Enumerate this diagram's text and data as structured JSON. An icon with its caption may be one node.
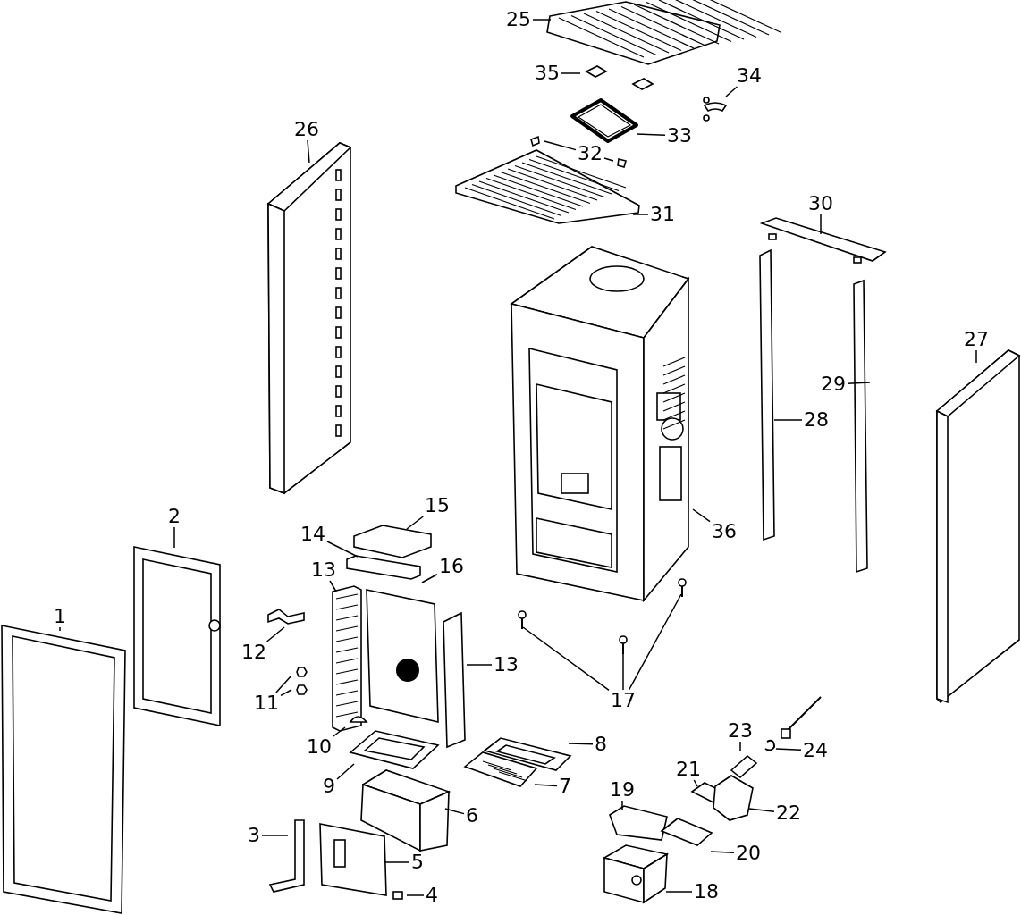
{
  "diagram": {
    "nodes": [
      {
        "text": [
          "1"
        ]
      },
      {
        "text": [
          "2"
        ]
      },
      {
        "text": [
          "3"
        ]
      },
      {
        "text": [
          "4"
        ]
      },
      {
        "text": [
          "5"
        ]
      },
      {
        "text": [
          "6"
        ]
      },
      {
        "text": [
          "7"
        ]
      },
      {
        "text": [
          "8"
        ]
      },
      {
        "text": [
          "9"
        ]
      },
      {
        "text": [
          "10"
        ]
      },
      {
        "text": [
          "11"
        ]
      },
      {
        "text": [
          "12"
        ]
      },
      {
        "text": [
          "13"
        ]
      },
      {
        "text": [
          "13"
        ]
      },
      {
        "text": [
          "14"
        ]
      },
      {
        "text": [
          "15"
        ]
      },
      {
        "text": [
          "16"
        ]
      },
      {
        "text": [
          "17"
        ]
      },
      {
        "text": [
          "18"
        ]
      },
      {
        "text": [
          "19"
        ]
      },
      {
        "text": [
          "20"
        ]
      },
      {
        "text": [
          "21"
        ]
      },
      {
        "text": [
          "22"
        ]
      },
      {
        "text": [
          "23"
        ]
      },
      {
        "text": [
          "24"
        ]
      },
      {
        "text": [
          "25"
        ]
      },
      {
        "text": [
          "26"
        ]
      },
      {
        "text": [
          "27"
        ]
      },
      {
        "text": [
          "28"
        ]
      },
      {
        "text": [
          "29"
        ]
      },
      {
        "text": [
          "30"
        ]
      },
      {
        "text": [
          "31"
        ]
      },
      {
        "text": [
          "32"
        ]
      },
      {
        "text": [
          "33"
        ]
      },
      {
        "text": [
          "34"
        ]
      },
      {
        "text": [
          "35"
        ]
      },
      {
        "text": [
          "36"
        ]
      }
    ],
    "edges": [
      {
        "from": 0,
        "to": null,
        "arrow": "none"
      },
      {
        "from": 1,
        "to": null,
        "arrow": "none"
      },
      {
        "from": 2,
        "to": null,
        "arrow": "none"
      },
      {
        "from": 3,
        "to": null,
        "arrow": "none"
      },
      {
        "from": 4,
        "to": null,
        "arrow": "none"
      },
      {
        "from": 5,
        "to": null,
        "arrow": "none"
      },
      {
        "from": 6,
        "to": null,
        "arrow": "none"
      },
      {
        "from": 7,
        "to": null,
        "arrow": "none"
      },
      {
        "from": 8,
        "to": null,
        "arrow": "none"
      },
      {
        "from": 9,
        "to": null,
        "arrow": "none"
      },
      {
        "from": 10,
        "to": null,
        "arrow": "none"
      },
      {
        "from": 10,
        "to": null,
        "arrow": "none"
      },
      {
        "from": 11,
        "to": null,
        "arrow": "none"
      },
      {
        "from": 12,
        "to": null,
        "arrow": "none"
      },
      {
        "from": 13,
        "to": null,
        "arrow": "none"
      },
      {
        "from": 14,
        "to": null,
        "arrow": "none"
      },
      {
        "from": 15,
        "to": null,
        "arrow": "none"
      },
      {
        "from": 16,
        "to": null,
        "arrow": "none"
      },
      {
        "from": 17,
        "to": null,
        "arrow": "none"
      },
      {
        "from": 17,
        "to": null,
        "arrow": "none"
      },
      {
        "from": 17,
        "to": null,
        "arrow": "none"
      },
      {
        "from": 18,
        "to": null,
        "arrow": "none"
      },
      {
        "from": 19,
        "to": null,
        "arrow": "none"
      },
      {
        "from": 20,
        "to": null,
        "arrow": "none"
      },
      {
        "from": 21,
        "to": null,
        "arrow": "none"
      },
      {
        "from": 22,
        "to": null,
        "arrow": "none"
      },
      {
        "from": 23,
        "to": null,
        "arrow": "none"
      },
      {
        "from": 24,
        "to": null,
        "arrow": "none"
      },
      {
        "from": 25,
        "to": null,
        "arrow": "none"
      },
      {
        "from": 26,
        "to": null,
        "arrow": "none"
      },
      {
        "from": 27,
        "to": null,
        "arrow": "none"
      },
      {
        "from": 28,
        "to": null,
        "arrow": "none"
      },
      {
        "from": 29,
        "to": null,
        "arrow": "none"
      },
      {
        "from": 30,
        "to": null,
        "arrow": "none"
      },
      {
        "from": 31,
        "to": null,
        "arrow": "none"
      },
      {
        "from": 32,
        "to": null,
        "arrow": "none"
      },
      {
        "from": 32,
        "to": null,
        "arrow": "none"
      },
      {
        "from": 33,
        "to": null,
        "arrow": "none"
      },
      {
        "from": 34,
        "to": null,
        "arrow": "none"
      },
      {
        "from": 35,
        "to": null,
        "arrow": "none"
      },
      {
        "from": 36,
        "to": null,
        "arrow": "none"
      }
    ]
  }
}
